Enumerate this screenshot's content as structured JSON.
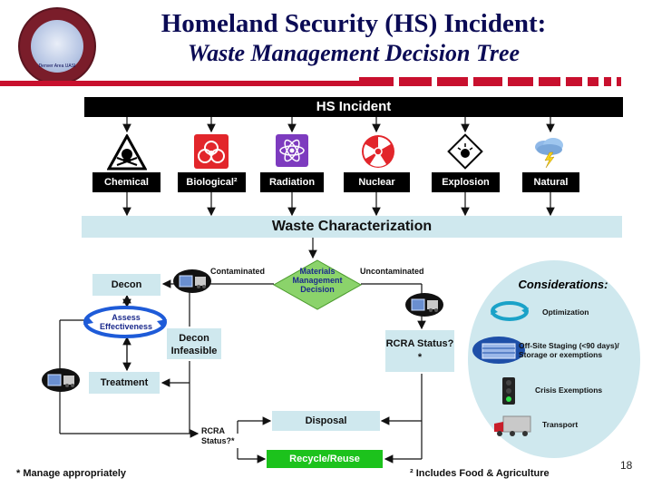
{
  "header": {
    "title_line1": "Homeland Security (HS) Incident:",
    "title_line2": "Waste Management Decision Tree",
    "seal_caption": "Denver Area UASI",
    "accent_color": "#c8102e"
  },
  "incident_bar": "HS Incident",
  "categories": [
    {
      "label": "Chemical",
      "icon": "skull-warning-icon"
    },
    {
      "label": "Biological²",
      "icon": "biohazard-icon"
    },
    {
      "label": "Radiation",
      "icon": "atom-icon"
    },
    {
      "label": "Nuclear",
      "icon": "radiation-trefoil-icon"
    },
    {
      "label": "Explosion",
      "icon": "explosive-warning-icon"
    },
    {
      "label": "Natural",
      "icon": "storm-cloud-icon"
    }
  ],
  "characterization": "Waste Characterization",
  "decision": {
    "diamond": "Materials Management Decision",
    "left_branch": "Contaminated",
    "right_branch": "Uncontaminated"
  },
  "flow": {
    "decon": "Decon",
    "assess": "Assess Effectiveness",
    "decon_infeasible": "Decon Infeasible",
    "treatment": "Treatment",
    "rcra_right": "RCRA Status?*",
    "rcra_bottom": "RCRA Status?*",
    "disposal": "Disposal",
    "recycle": "Recycle/Reuse"
  },
  "considerations": {
    "title": "Considerations:",
    "items": [
      {
        "label": "Optimization",
        "icon": "cycle-arrows-icon"
      },
      {
        "label": "Off-Site Staging (<90 days)/ Storage or exemptions",
        "icon": "warehouse-icon"
      },
      {
        "label": "Crisis Exemptions",
        "icon": "traffic-light-icon"
      },
      {
        "label": "Transport",
        "icon": "truck-icon"
      }
    ]
  },
  "footnotes": {
    "left": "* Manage appropriately",
    "right": "² Includes Food & Agriculture"
  },
  "page_number": "18"
}
